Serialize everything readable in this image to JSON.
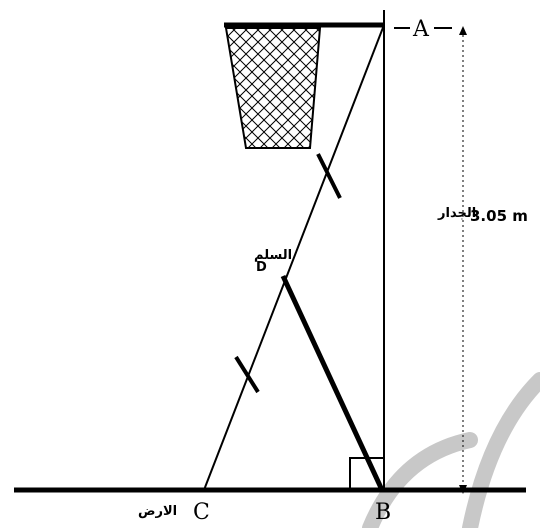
{
  "labels": {
    "A": "A",
    "B": "B",
    "C": "C",
    "D": "D",
    "wall": "الجدار",
    "ladder": "السلم",
    "ground": "الارض",
    "height": "3.05 m"
  },
  "colors": {
    "ink": "#000000",
    "watermark": "#c8c8c8",
    "background": "#ffffff"
  }
}
